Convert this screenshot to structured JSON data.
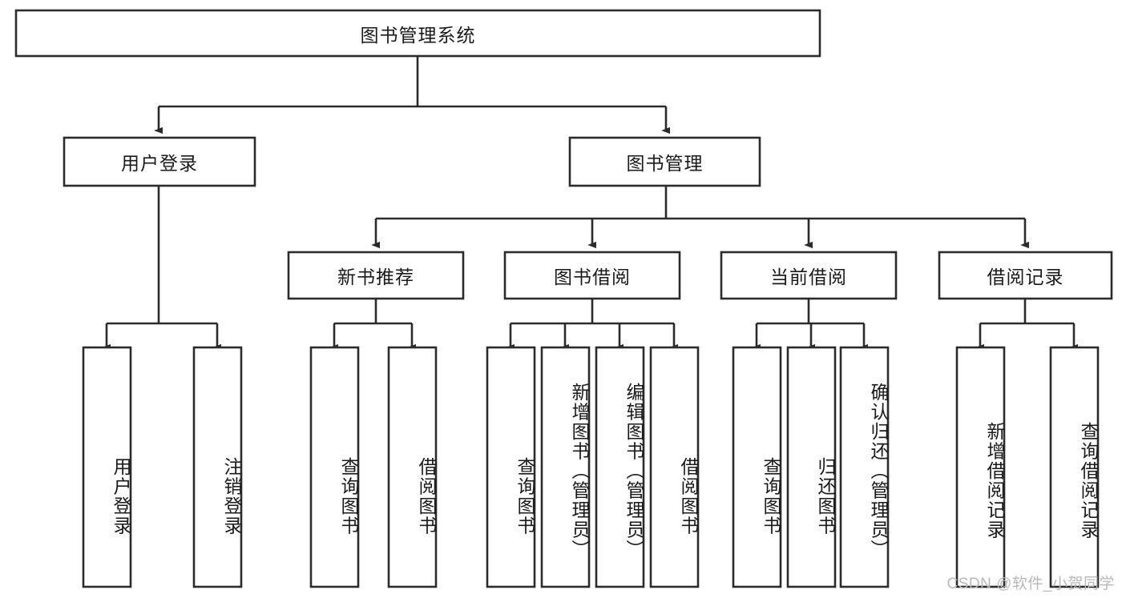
{
  "diagram": {
    "type": "tree-hierarchy",
    "title": "图书管理系统",
    "watermark": "CSDN @软件_小贺同学",
    "colors": {
      "box_stroke": "#2b2b2b",
      "box_fill": "#ffffff",
      "text": "#1a1a1a",
      "watermark": "#b9b9b9",
      "background": "#ffffff"
    },
    "levels": {
      "root": {
        "label": "图书管理系统"
      },
      "level2": [
        {
          "label": "用户登录"
        },
        {
          "label": "图书管理"
        }
      ],
      "level3": [
        {
          "label": "新书推荐"
        },
        {
          "label": "图书借阅"
        },
        {
          "label": "当前借阅"
        },
        {
          "label": "借阅记录"
        }
      ],
      "leaves": [
        {
          "label": "用户登录",
          "parent": "用户登录"
        },
        {
          "label": "注销登录",
          "parent": "用户登录"
        },
        {
          "label": "查询图书",
          "parent": "新书推荐"
        },
        {
          "label": "借阅图书",
          "parent": "新书推荐"
        },
        {
          "label": "查询图书",
          "parent": "图书借阅"
        },
        {
          "label": "新增图书（管理员）",
          "parent": "图书借阅"
        },
        {
          "label": "编辑图书（管理员）",
          "parent": "图书借阅"
        },
        {
          "label": "借阅图书",
          "parent": "图书借阅"
        },
        {
          "label": "查询图书",
          "parent": "当前借阅"
        },
        {
          "label": "归还图书",
          "parent": "当前借阅"
        },
        {
          "label": "确认归还（管理员）",
          "parent": "当前借阅"
        },
        {
          "label": "新增借阅记录",
          "parent": "借阅记录"
        },
        {
          "label": "查询借阅记录",
          "parent": "借阅记录"
        }
      ]
    }
  }
}
